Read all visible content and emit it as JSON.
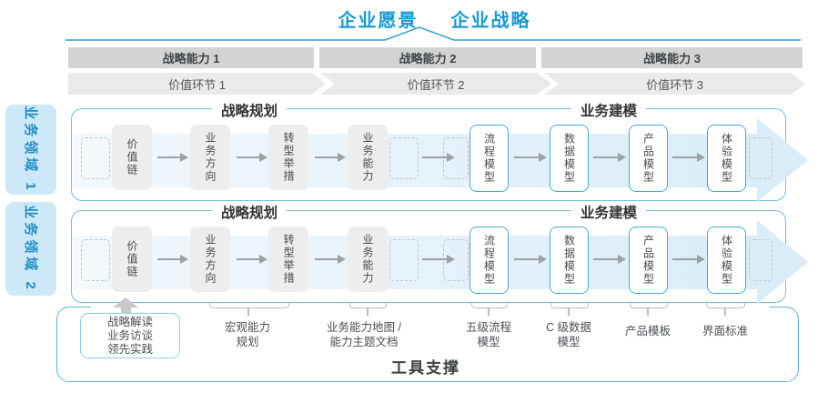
{
  "header": {
    "vision": "企业愿景",
    "strategy": "企业战略"
  },
  "strategy_capabilities": [
    "战略能力 1",
    "战略能力 2",
    "战略能力 3"
  ],
  "value_links": [
    "价值环节 1",
    "价值环节 2",
    "价值环节 3"
  ],
  "business_domains": [
    "业务领域 1",
    "业务领域 2"
  ],
  "row_sections": {
    "planning_title": "战略规划",
    "modeling_title": "业务建模"
  },
  "planning_boxes": [
    "价值链",
    "业务方向",
    "转型举措",
    "业务能力"
  ],
  "modeling_boxes": [
    "流程模型",
    "数据模型",
    "产品模型",
    "体验模型"
  ],
  "annotations": {
    "practice_box": "战略解读\n业务访谈\n领先实践",
    "macro_capability": "宏观能力\n规划",
    "capability_map": "业务能力地图 /\n能力主题文档",
    "process_model": "五级流程\n模型",
    "data_model": "C 级数据\n模型",
    "product_template": "产品模板",
    "ui_standard": "界面标准"
  },
  "footer": {
    "tool_support": "工具支撑"
  },
  "colors": {
    "accent_blue": "#189ad6",
    "container_border_blue": "#56b4de",
    "light_blue_fill": "#cde8f6",
    "band_blue": "#d9ecf8",
    "bar_gray": "#d2d4d4",
    "chevron_gray": "#e9eaea",
    "box_gray": "#ededed",
    "box_border_blue": "#42abd9"
  }
}
